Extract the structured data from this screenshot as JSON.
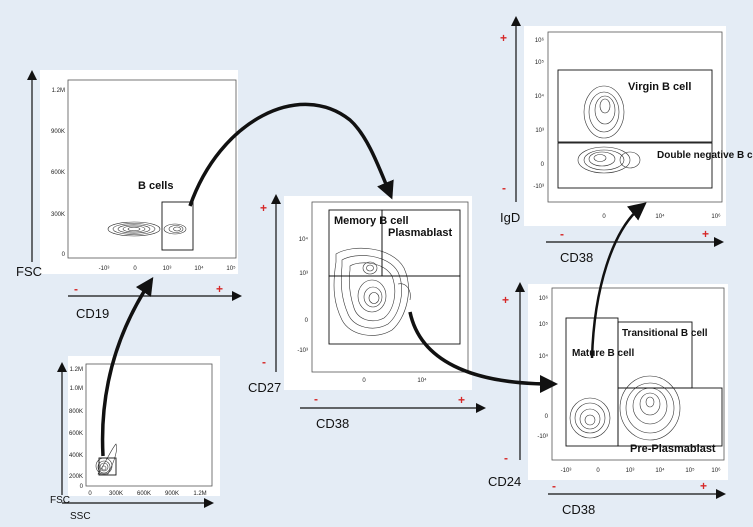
{
  "colors": {
    "background": "#e4ecf5",
    "plus": "#d62828",
    "minus": "#d62828",
    "panel": "#ffffff",
    "contour": "#333333"
  },
  "panels": {
    "ssc": {
      "x_axis_label": "SSC",
      "y_axis_label": "FSC",
      "y_ticks": [
        "1.2M",
        "1.0M",
        "800K",
        "600K",
        "400K",
        "200K",
        "0"
      ],
      "x_ticks": [
        "0",
        "300K",
        "600K",
        "900K",
        "1.2M"
      ]
    },
    "cd19": {
      "x_axis_label": "CD19",
      "y_axis_label": "FSC",
      "y_ticks": [
        "1.2M",
        "900K",
        "600K",
        "300K",
        "0"
      ],
      "x_ticks": [
        "-10³",
        "0",
        "10³",
        "10⁴",
        "10⁵"
      ],
      "gate": "B cells",
      "minus": "-",
      "plus": "+"
    },
    "cd27": {
      "x_axis_label": "CD38",
      "y_axis_label": "CD27",
      "y_ticks": [
        "10⁴",
        "10³",
        "0",
        "-10³"
      ],
      "x_ticks": [
        "0",
        "10⁴"
      ],
      "gates": [
        "Memory B cell",
        "Plasmablast"
      ],
      "x_minus": "-",
      "x_plus": "+",
      "y_minus": "-",
      "y_plus": "+"
    },
    "igd": {
      "x_axis_label": "CD38",
      "y_axis_label": "IgD",
      "y_ticks": [
        "10⁶",
        "10⁵",
        "10⁴",
        "10³",
        "0",
        "-10³"
      ],
      "x_ticks": [
        "0",
        "10⁴",
        "10⁶"
      ],
      "gates": [
        "Virgin B cell",
        "Double negative B cell"
      ],
      "x_minus": "-",
      "x_plus": "+",
      "y_minus": "-",
      "y_plus": "+"
    },
    "cd24": {
      "x_axis_label": "CD38",
      "y_axis_label": "CD24",
      "y_ticks": [
        "10⁶",
        "10⁵",
        "10⁴",
        "10³",
        "0",
        "-10³"
      ],
      "x_ticks": [
        "-10³",
        "0",
        "10³",
        "10⁴",
        "10⁵",
        "10⁶"
      ],
      "gates": [
        "Mature B cell",
        "Transitional B cell",
        "Pre-Plasmablast"
      ],
      "x_minus": "-",
      "x_plus": "+",
      "y_minus": "-",
      "y_plus": "+"
    }
  }
}
